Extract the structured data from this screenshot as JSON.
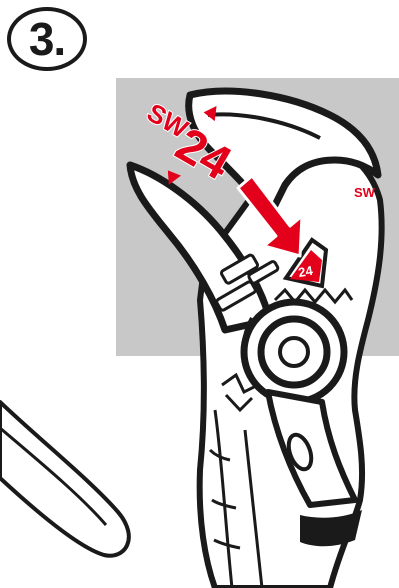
{
  "step": {
    "number": "3."
  },
  "size_marker": {
    "prefix": "SW",
    "value": "24"
  },
  "jaw_marker": {
    "prefix": "SW",
    "value": "24"
  },
  "colors": {
    "accent": "#e3001b",
    "panel": "#c8c8c8",
    "ink": "#1a1a1a",
    "paper": "#ffffff"
  }
}
